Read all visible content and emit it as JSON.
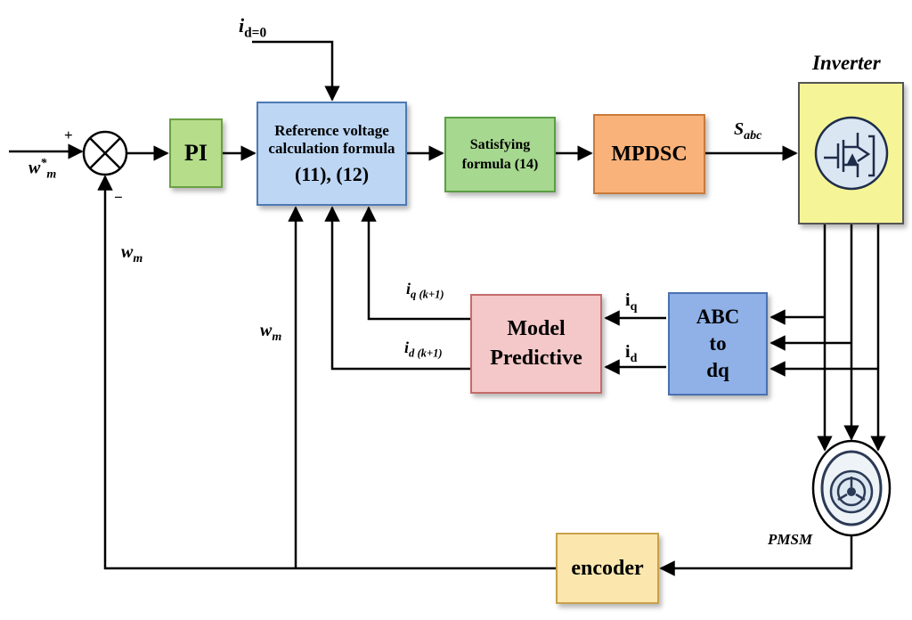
{
  "blocks": {
    "pi": {
      "label": "PI"
    },
    "ref": {
      "line1": "Reference voltage",
      "line2": "calculation formula",
      "line3": "(11), (12)"
    },
    "satisfy": {
      "line1": "Satisfying",
      "line2": "formula (14)"
    },
    "mpdsc": {
      "label": "MPDSC"
    },
    "inverter": {
      "title": "Inverter"
    },
    "model": {
      "line1": "Model",
      "line2": "Predictive"
    },
    "abc": {
      "line1": "ABC",
      "line2": "to",
      "line3": "dq"
    },
    "pmsm": {
      "label": "PMSM"
    },
    "encoder": {
      "label": "encoder"
    }
  },
  "signals": {
    "id0": {
      "base": "i",
      "sub": "d=0"
    },
    "wref": {
      "base": "w",
      "sup": "*",
      "sub": "m"
    },
    "plus": "+",
    "minus": "−",
    "wm_left": {
      "base": "w",
      "sub": "m"
    },
    "wm_mid": {
      "base": "w",
      "sub": "m"
    },
    "sabc": {
      "base": "S",
      "sub": "abc"
    },
    "iq_k1": {
      "base": "i",
      "sub": "q (k+1)"
    },
    "id_k1": {
      "base": "i",
      "sub": "d (k+1)"
    },
    "iq": {
      "base": "i",
      "sub": "q"
    },
    "id": {
      "base": "i",
      "sub": "d"
    }
  },
  "colors": {
    "pi": "#b5dd8a",
    "ref": "#bcd6f4",
    "satisfy": "#a6d88f",
    "mpdsc": "#f9b27a",
    "inverter": "#f5f597",
    "model": "#f4c8c8",
    "abc": "#8fb1e8",
    "encoder": "#fbe7ae"
  }
}
